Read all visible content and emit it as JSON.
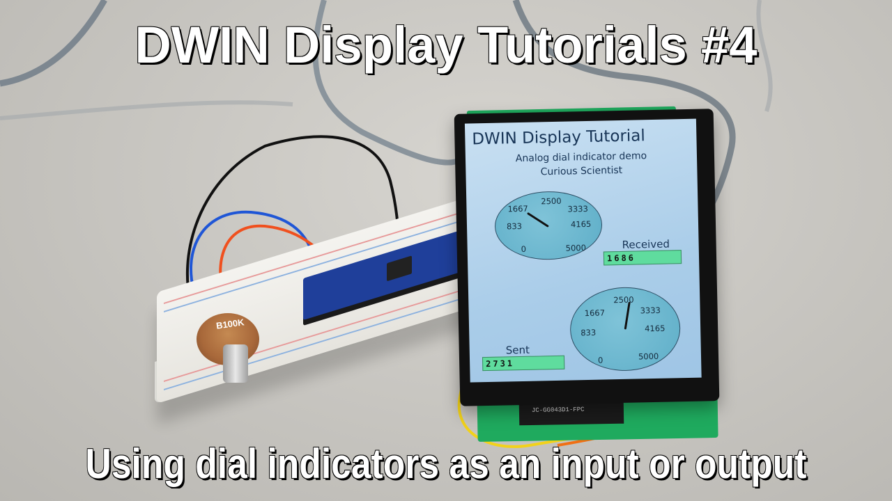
{
  "thumbnail": {
    "title": "DWIN Display Tutorials #4",
    "subtitle": "Using dial indicators as an input or output"
  },
  "potentiometer": {
    "label": "B100K"
  },
  "display": {
    "fpc_label": "JC-GG043D1-FPC",
    "screen": {
      "title": "DWIN Display Tutorial",
      "subtitle_1": "Analog dial indicator demo",
      "subtitle_2": "Curious Scientist",
      "dial_ticks": [
        "0",
        "833",
        "1667",
        "2500",
        "3333",
        "4165",
        "5000"
      ],
      "received": {
        "label": "Received",
        "value": "1686"
      },
      "sent": {
        "label": "Sent",
        "value": "2731"
      }
    }
  },
  "colors": {
    "screen_bg": "#aacde9",
    "dial_fill": "#5eaec8",
    "value_box": "#5fdc9e",
    "pcb_green": "#1faa5e",
    "arduino_blue": "#1f3f9a"
  }
}
